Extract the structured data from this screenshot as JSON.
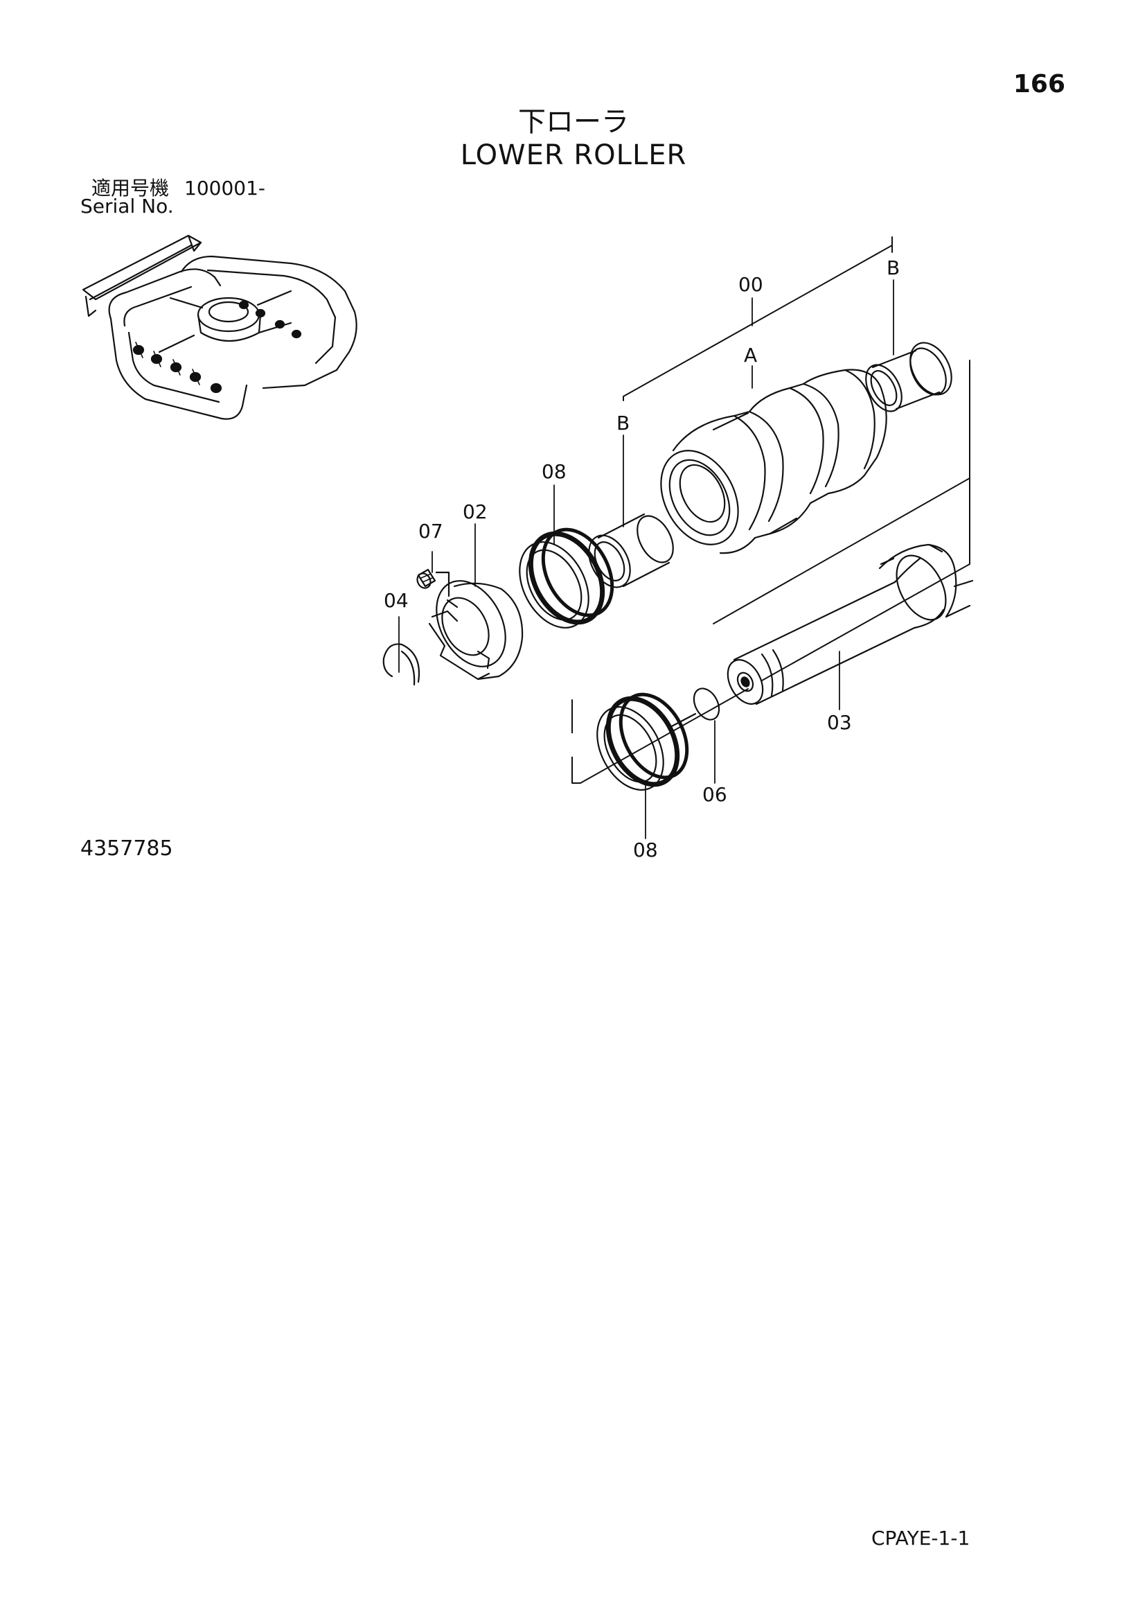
{
  "page": {
    "number": "166",
    "title_jp": "下ローラ",
    "title_en": "LOWER ROLLER",
    "serial_label_jp": "適用号機",
    "serial_value": "100001-",
    "serial_label_en": "Serial No.",
    "drawing_number": "4357785",
    "catalog_code": "CPAYE-1-1"
  },
  "callouts": {
    "c00": "00",
    "cA": "A",
    "cB_top": "B",
    "cB_left": "B",
    "c08_top": "08",
    "c02": "02",
    "c07": "07",
    "c04": "04",
    "c03": "03",
    "c06": "06",
    "c08_bottom": "08"
  }
}
